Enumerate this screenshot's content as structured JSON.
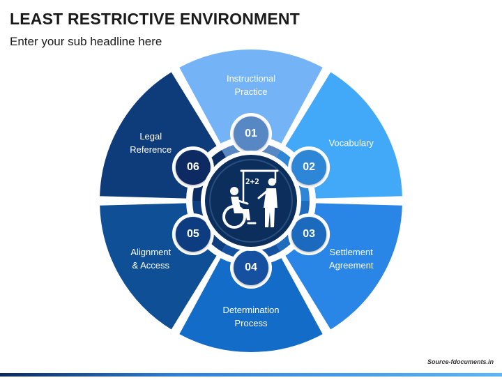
{
  "slide": {
    "title": "LEAST RESTRICTIVE ENVIRONMENT",
    "subtitle": "Enter your sub headline here",
    "footer": "Source-fdocuments.in"
  },
  "center_icon": "teacher-and-wheelchair-student-icon",
  "colors": {
    "segments": [
      "#74b4f6",
      "#41a9f7",
      "#2a86e6",
      "#136cc8",
      "#0e4f95",
      "#0e3b7a"
    ],
    "ring_nodes": [
      "#5888c4",
      "#2f86d6",
      "#1f6bbd",
      "#1451a1",
      "#0e3d80",
      "#0a2c62"
    ],
    "hub": "#0c2e5d"
  },
  "segments": [
    {
      "number": "01",
      "lines": [
        "Instructional",
        "Practice"
      ]
    },
    {
      "number": "02",
      "lines": [
        "Vocabulary"
      ]
    },
    {
      "number": "03",
      "lines": [
        "Settlement",
        "Agreement"
      ]
    },
    {
      "number": "04",
      "lines": [
        "Determination",
        "Process"
      ]
    },
    {
      "number": "05",
      "lines": [
        "Alignment",
        "& Access"
      ]
    },
    {
      "number": "06",
      "lines": [
        "Legal",
        "Reference"
      ]
    }
  ]
}
